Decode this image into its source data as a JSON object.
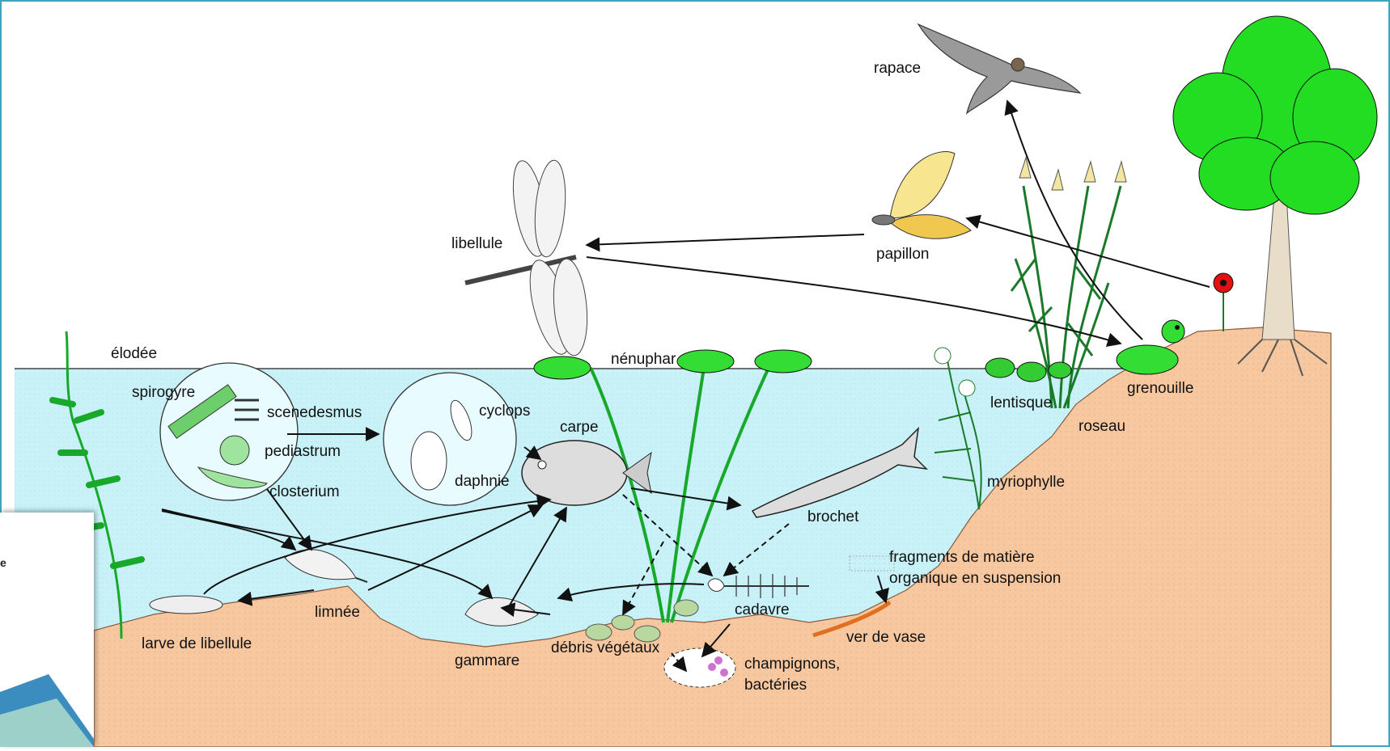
{
  "colors": {
    "water": "#c8f2f8",
    "soil": "#f7c8a0",
    "plant": "#33cc33",
    "arrow": "#111111",
    "frame": "#39a7b8"
  },
  "labels": {
    "rapace": "rapace",
    "papillon": "papillon",
    "libellule": "libellule",
    "elodee": "élodée",
    "nenuphar": "nénuphar",
    "spirogyre": "spirogyre",
    "scenedesmus": "scenedesmus",
    "pediastrum": "pediastrum",
    "closterium": "closterium",
    "cyclops": "cyclops",
    "daphnie": "daphnie",
    "carpe": "carpe",
    "brochet": "brochet",
    "lentisque": "lentisque",
    "roseau": "roseau",
    "grenouille": "grenouille",
    "myriophylle": "myriophylle",
    "fragments_line1": "fragments  de matière",
    "fragments_line2": "organique en suspension",
    "cadavre": "cadavre",
    "ver_de_vase": "ver de vase",
    "limnee": "limnée",
    "larve": "larve de libellule",
    "gammare": "gammare",
    "debris": "débris végétaux",
    "champignons_line1": "champignons,",
    "champignons_line2": "bactéries"
  },
  "fragment": {
    "letter": "e"
  },
  "icons": [
    "raptor-icon",
    "butterfly-icon",
    "dragonfly-icon",
    "tree-icon",
    "frog-icon",
    "carp-icon",
    "pike-icon",
    "snail-icon",
    "shrimp-icon",
    "flower-icon"
  ]
}
